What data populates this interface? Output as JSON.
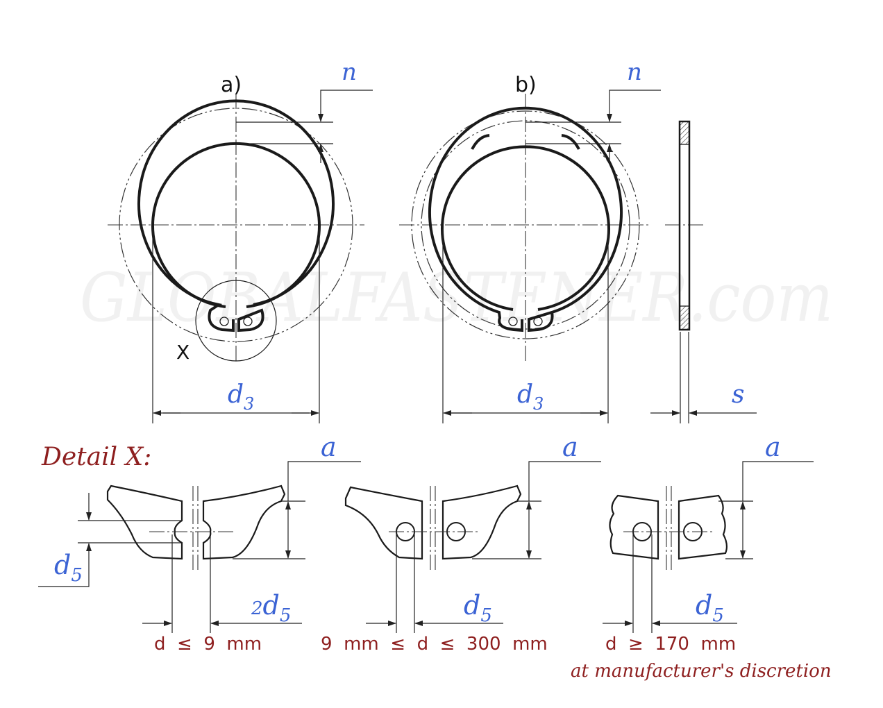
{
  "watermark": "GLOBALFASTENER.com",
  "views": {
    "a_label": "a)",
    "b_label": "b)",
    "x_label": "X",
    "n_label": "n",
    "d3_label": "d",
    "d3_sub": "3",
    "s_label": "s"
  },
  "detail": {
    "title": "Detail X:",
    "a_label": "a",
    "d5_label": "d",
    "d5_sub": "5",
    "two_d5_prefix": "2",
    "range1": "d  ≤  9  mm",
    "range2": "9  mm  ≤  d  ≤  300  mm",
    "range3": "d  ≥  170  mm",
    "note": "at manufacturer's discretion"
  }
}
